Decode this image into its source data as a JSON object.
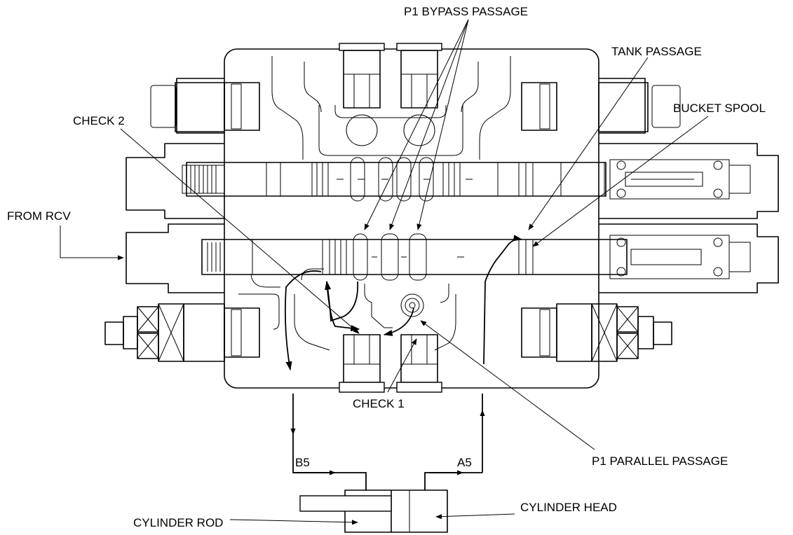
{
  "labels": {
    "p1_bypass": "P1 BYPASS PASSAGE",
    "tank": "TANK PASSAGE",
    "bucket_spool": "BUCKET SPOOL",
    "check2": "CHECK 2",
    "from_rcv": "FROM RCV",
    "check1": "CHECK 1",
    "b5": "B5",
    "a5": "A5",
    "p1_parallel": "P1 PARALLEL PASSAGE",
    "cyl_rod": "CYLINDER ROD",
    "cyl_head": "CYLINDER HEAD"
  }
}
